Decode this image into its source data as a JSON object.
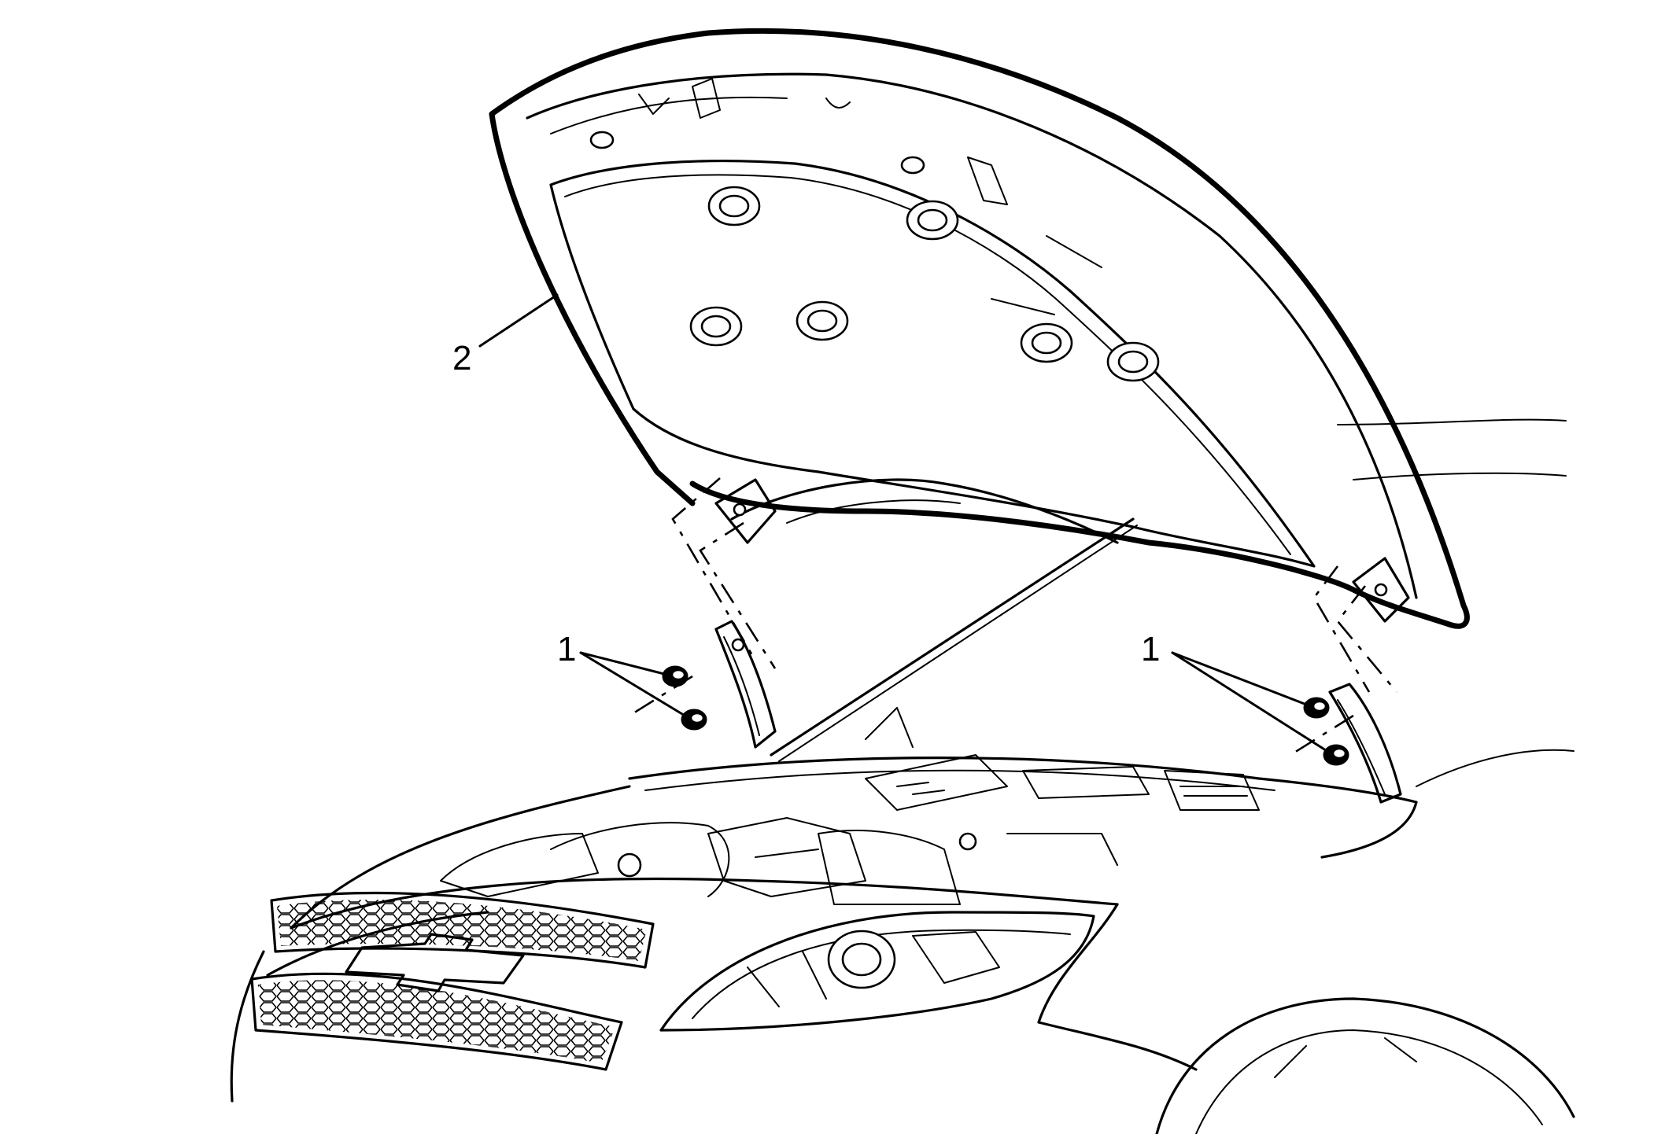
{
  "callouts": {
    "hood": "2",
    "left_nuts": "1",
    "right_nuts": "1"
  },
  "colors": {
    "line": "#000000",
    "background": "#ffffff"
  }
}
